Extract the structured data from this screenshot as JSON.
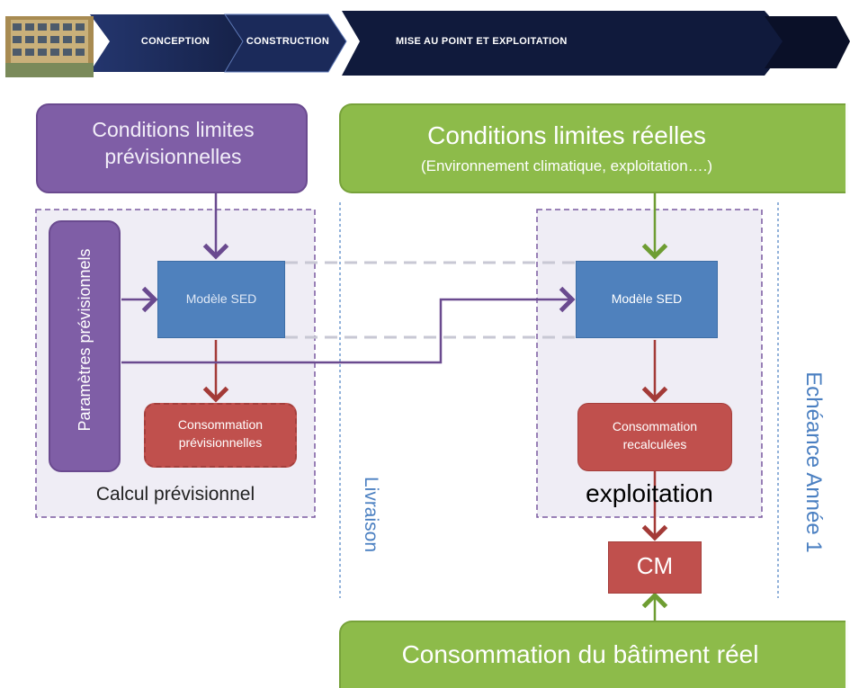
{
  "header": {
    "steps": [
      "CONCEPTION",
      "CONSTRUCTION",
      "MISE AU POINT ET EXPLOITATION"
    ]
  },
  "left": {
    "conditions": "Conditions limites prévisionnelles",
    "parametres": "Paramètres prévisionnels",
    "modele": "Modèle SED",
    "consommation": "Consommation prévisionnelles",
    "calcul": "Calcul prévisionnel"
  },
  "middle": {
    "livraison": "Livraison"
  },
  "right": {
    "conditions_title": "Conditions limites réelles",
    "conditions_sub": "(Environnement climatique, exploitation….)",
    "modele": "Modèle SED",
    "consommation": "Consommation recalculées",
    "exploitation": "exploitation",
    "cm": "CM",
    "echeance": "Echéance Année 1",
    "batiment": "Consommation du bâtiment réel"
  },
  "colors": {
    "purple": "#7f5ea6",
    "green": "#8dbb4a",
    "blue": "#4f81bd",
    "red": "#c0504d",
    "navy": "#1f2d5c",
    "arrow_red": "#a33a37",
    "arrow_purple": "#6a4a8f",
    "arrow_green": "#6e9d32",
    "label_blue": "#4a7fc1"
  }
}
